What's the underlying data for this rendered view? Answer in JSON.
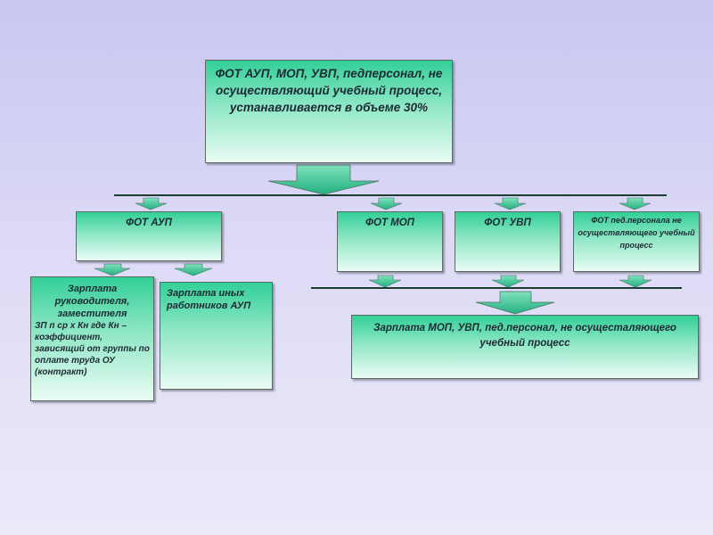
{
  "top": {
    "text": "ФОТ АУП, МОП, УВП, педперсонал, не осуществляющий учебный процесс, устанавливается в объеме 30%"
  },
  "level2": {
    "aup": "ФОТ АУП",
    "mop": "ФОТ МОП",
    "uvp": "ФОТ УВП",
    "ped": "ФОТ пед.персонала не осуществляющего учебный процесс"
  },
  "level3": {
    "rukovoditel_title": "Зарплата руководителя, заместителя",
    "rukovoditel_formula": "ЗП п ср х Кн где Кн – коэффициент, зависящий от группы по оплате труда ОУ (контракт)",
    "other_aup": "Зарплата иных работников АУП",
    "zp_mop": "Зарплата МОП, УВП, пед.персонал, не осущесталяющего учебный процесс"
  },
  "colors": {
    "box_top": "#33cf98",
    "box_bottom": "#eafcf4",
    "arrow": "#2fc08c",
    "line": "#1e3b33",
    "background": "#d6d3f4"
  }
}
